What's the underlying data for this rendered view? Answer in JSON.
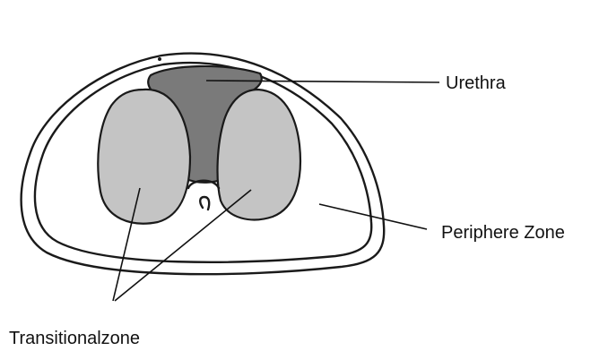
{
  "labels": {
    "urethra": "Urethra",
    "periphere_zone": "Periphere Zone",
    "transitional_zone": "Transitionalzone"
  },
  "colors": {
    "urethra_fill": "#7a7a7a",
    "transitional_fill": "#c4c4c4",
    "outline": "#1a1a1a",
    "background": "#ffffff"
  }
}
